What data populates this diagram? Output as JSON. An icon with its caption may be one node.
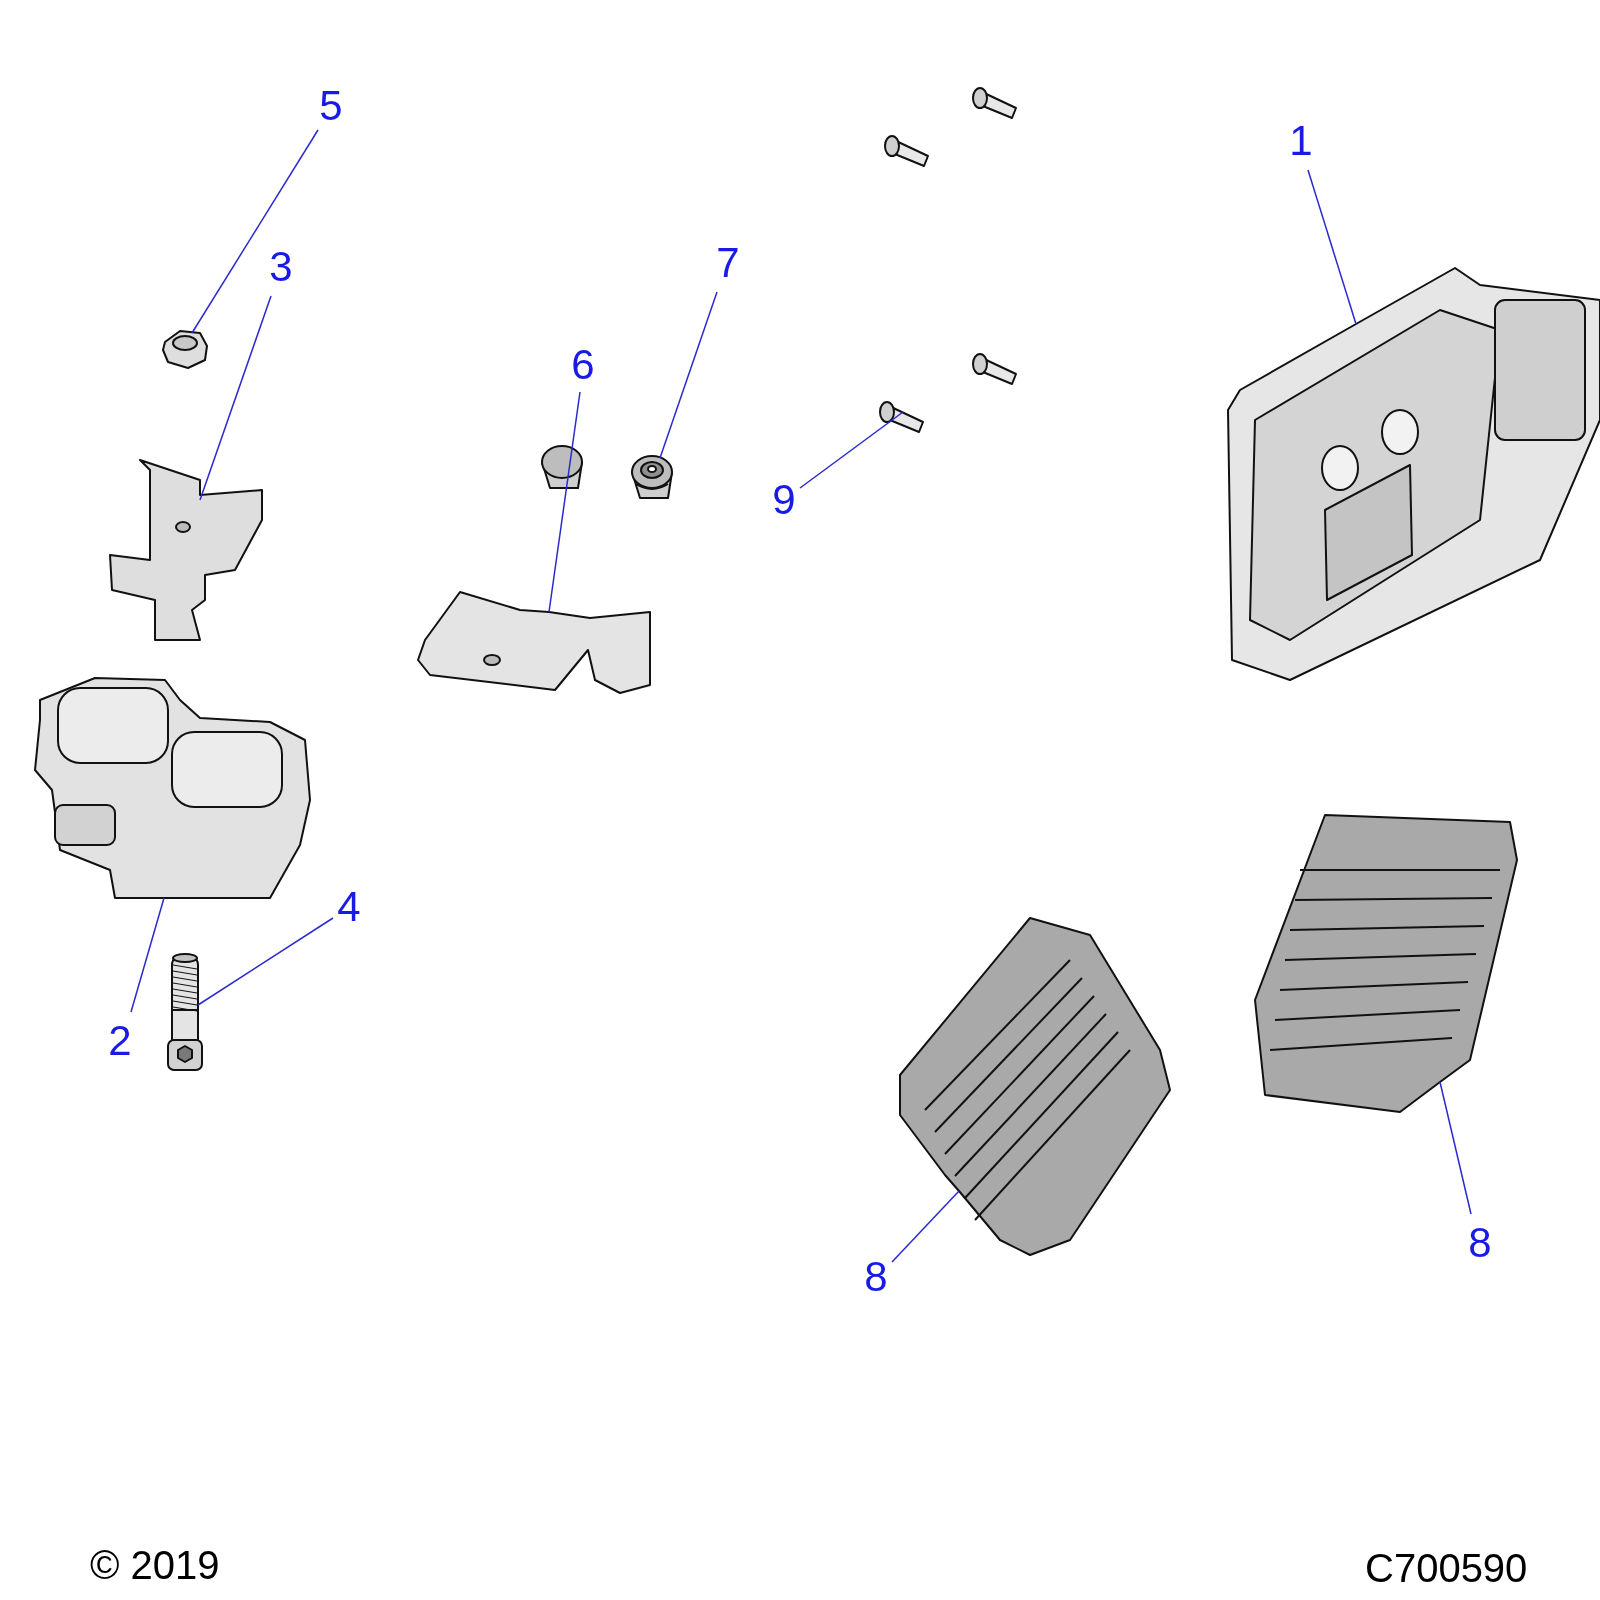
{
  "diagram": {
    "nodes": [
      {
        "text": [
          "5"
        ]
      },
      {
        "text": [
          "1"
        ]
      },
      {
        "text": [
          "3"
        ]
      },
      {
        "text": [
          "7"
        ]
      },
      {
        "text": [
          "6"
        ]
      },
      {
        "text": [
          "9"
        ]
      },
      {
        "text": [
          "4"
        ]
      },
      {
        "text": [
          "2"
        ]
      },
      {
        "text": [
          "8"
        ]
      },
      {
        "text": [
          "8"
        ]
      },
      {
        "text": [],
        "shape": "picture"
      },
      {
        "text": [],
        "shape": "picture"
      },
      {
        "text": [],
        "shape": "picture"
      },
      {
        "text": [],
        "shape": "picture"
      },
      {
        "text": [],
        "shape": "picture"
      },
      {
        "text": [],
        "shape": "picture"
      },
      {
        "text": [],
        "shape": "picture"
      },
      {
        "text": [],
        "shape": "picture"
      },
      {
        "text": [],
        "shape": "picture"
      },
      {
        "text": [],
        "shape": "picture"
      }
    ],
    "edges": [
      {
        "from": 0,
        "to": 10,
        "arrow": "none"
      },
      {
        "from": 1,
        "to": 11,
        "arrow": "none"
      },
      {
        "from": 2,
        "to": 12,
        "arrow": "none"
      },
      {
        "from": 3,
        "to": 13,
        "arrow": "none"
      },
      {
        "from": 4,
        "to": 14,
        "arrow": "none"
      },
      {
        "from": 5,
        "to": 15,
        "arrow": "none"
      },
      {
        "from": 6,
        "to": 17,
        "arrow": "none"
      },
      {
        "from": 7,
        "to": 16,
        "arrow": "none"
      },
      {
        "from": 8,
        "to": 18,
        "arrow": "none"
      },
      {
        "from": 9,
        "to": 19,
        "arrow": "none"
      }
    ],
    "labels": [
      "© 2019",
      "C700590"
    ]
  }
}
